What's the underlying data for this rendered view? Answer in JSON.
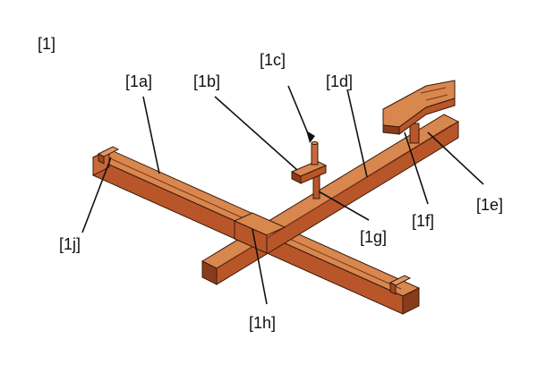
{
  "figure": {
    "title": "[1]",
    "labels": {
      "a": "[1a]",
      "b": "[1b]",
      "c": "[1c]",
      "d": "[1d]",
      "e": "[1e]",
      "f": "[1f]",
      "g": "[1g]",
      "h": "[1h]",
      "j": "[1j]"
    }
  },
  "colors": {
    "beam_top": "#d8874f",
    "beam_side": "#b8562a",
    "beam_dark": "#8a3c1a",
    "outline": "#3a1a0a"
  }
}
